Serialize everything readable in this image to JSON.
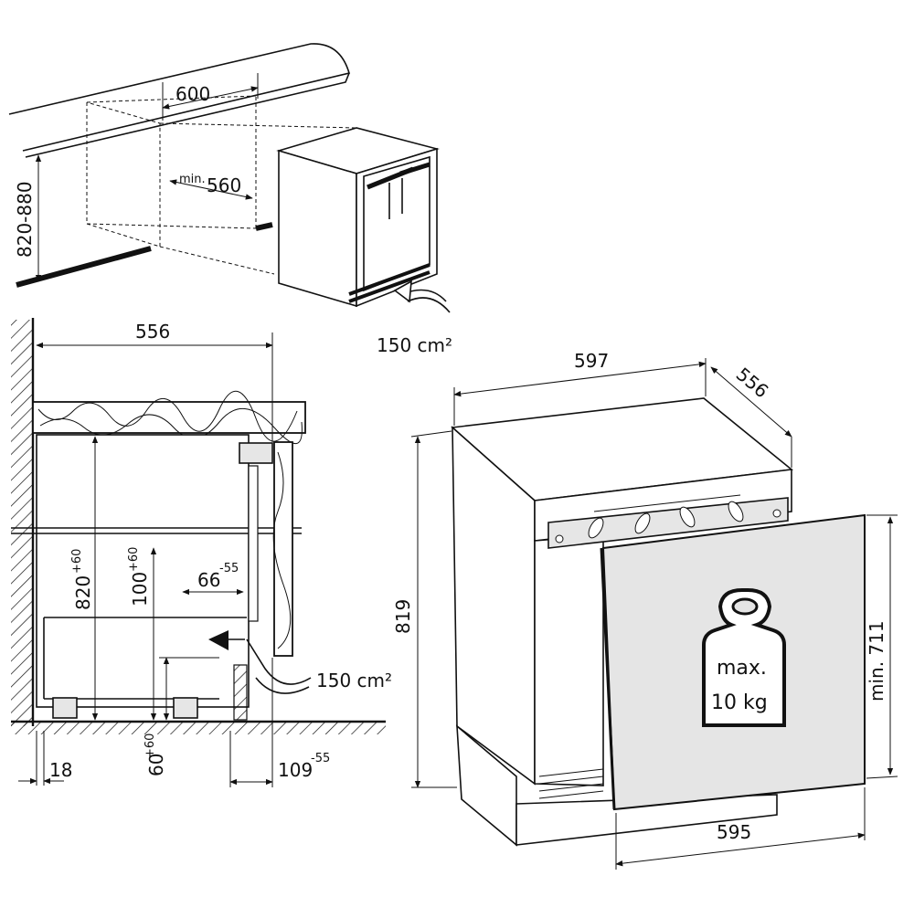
{
  "top_view": {
    "width_label": "600",
    "min_label_prefix": "min.",
    "min_label_value": "560",
    "height_label": "820-880",
    "vent_label": "150 cm²"
  },
  "side_view": {
    "depth_label": "556",
    "height_base": "820",
    "height_sup": "+60",
    "base_height": "100",
    "base_height_sup": "+60",
    "offset_base": "66",
    "offset_sup": "-55",
    "vent_label": "150 cm²",
    "foot_label": "18",
    "plinth_base": "60",
    "plinth_sup": "+60",
    "plinth_depth_base": "109",
    "plinth_depth_sup": "-55"
  },
  "front_view": {
    "width_label": "597",
    "depth_label": "556",
    "height_label": "819",
    "door_width_label": "595",
    "door_min_height_label": "min. 711",
    "weight_line1": "max.",
    "weight_line2": "10 kg"
  }
}
